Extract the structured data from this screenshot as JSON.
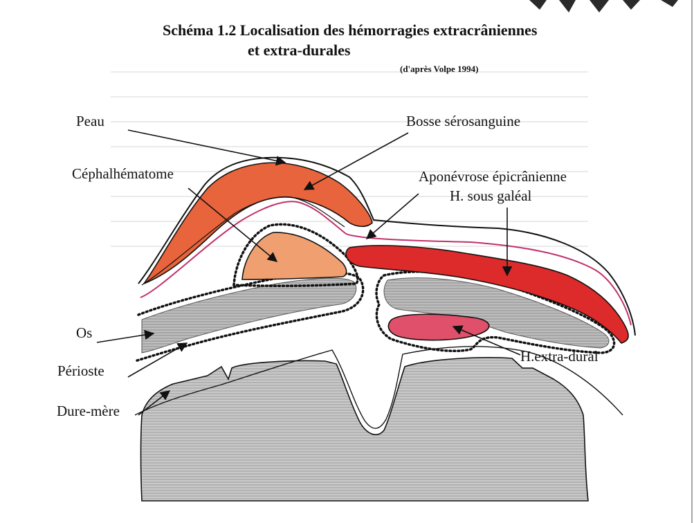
{
  "title": {
    "line1": "Schéma 1.2  Localisation des hémorragies extracrâniennes",
    "line2": "et extra-durales",
    "credit": "(d'après Volpe 1994)"
  },
  "labels": {
    "peau": "Peau",
    "bosse": "Bosse sérosanguine",
    "cephal": "Céphalhématome",
    "aponevrose": "Aponévrose épicrânienne",
    "sous_galeal": "H. sous galéal",
    "os": "Os",
    "perioste": "Périoste",
    "dure_mere": "Dure-mère",
    "extra_dural": "H.extra-dural"
  },
  "colors": {
    "bosse_fill": "#e8643c",
    "cephal_fill": "#f0a070",
    "sous_galeal_fill": "#dd2a2a",
    "extra_dural_fill": "#e0506a",
    "bone_fill": "#b8b8b8",
    "brain_fill": "#c4c4c4",
    "aponevrose_line": "#c0306a",
    "outline": "#111111",
    "ink": "#111111"
  }
}
